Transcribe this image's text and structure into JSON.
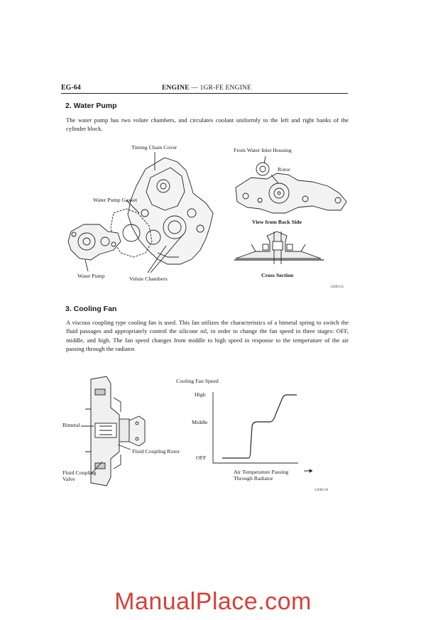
{
  "header": {
    "page_number": "EG-64",
    "title_bold": "ENGINE",
    "title_rest": " — 1GR-FE ENGINE"
  },
  "water_pump": {
    "heading": "2.  Water Pump",
    "body": "The water pump has two volute chambers, and circulates coolant uniformly to the left and right banks of the cylinder block.",
    "labels": {
      "timing_chain_cover": "Timing Chain Cover",
      "water_pump_gasket": "Water Pump Gasket",
      "water_pump": "Water Pump",
      "volute_chambers": "Volute Chambers",
      "from_inlet": "From Water Inlet Housing",
      "rotor": "Rotor",
      "view_back": "View from Back Side",
      "cross_section": "Cross Section",
      "fig_id": "236EG35"
    }
  },
  "cooling_fan": {
    "heading": "3.  Cooling Fan",
    "body": "A viscous coupling type cooling fan is used. This fan utilizes the characteristics of a bimetal spring to switch the fluid passages and appropriately control the silicone oil, in order to change the fan speed in three stages: OFF, middle, and high. The fan speed changes from middle to high speed in response to the temperature of the air passing through the radiator.",
    "labels": {
      "bimetal": "Bimetal",
      "fluid_rotor": "Fluid Coupling Rotor",
      "fluid_valve_1": "Fluid Coupling",
      "fluid_valve_2": "Valve",
      "fig_id": "236EG36"
    },
    "graph": {
      "y_title": "Cooling Fan Speed",
      "levels": [
        "High",
        "Middle",
        "OFF"
      ],
      "x_title_1": "Air Temperature Passing",
      "x_title_2": "Through Radiator"
    }
  },
  "watermark": "ManualPlace.com"
}
